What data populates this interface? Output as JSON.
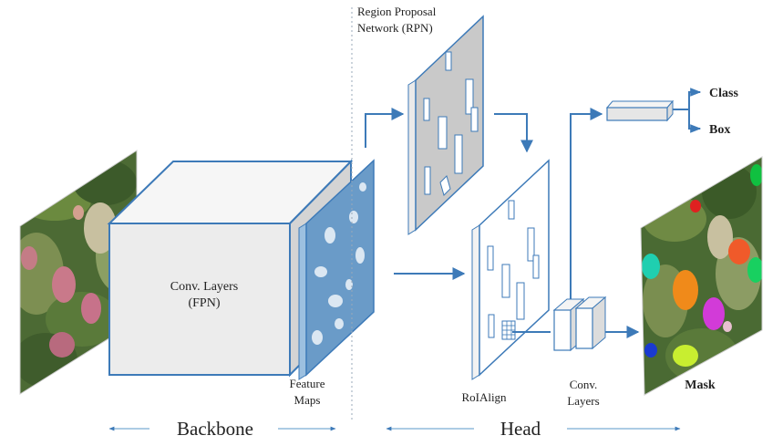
{
  "labels": {
    "conv_layers_line1": "Conv. Layers",
    "conv_layers_line2": "(FPN)",
    "feature_maps_line1": "Feature",
    "feature_maps_line2": "Maps",
    "rpn_line1": "Region Proposal",
    "rpn_line2": "Network (RPN)",
    "roialign": "RoIAlign",
    "head_conv_line1": "Conv.",
    "head_conv_line2": "Layers",
    "class": "Class",
    "box": "Box",
    "mask": "Mask",
    "backbone": "Backbone",
    "head": "Head"
  },
  "colors": {
    "line": "#3d7ab8",
    "box_face": "#ececec",
    "box_top": "#f7f7f7",
    "box_side": "#d4d4d4",
    "feature_face": "#6a9bc8",
    "rpn_face": "#c9c9c9",
    "divider": "#9aa8b8"
  },
  "icons": {
    "input_image": "orchard-apple-photo",
    "output_image": "segmented-apple-photo"
  }
}
